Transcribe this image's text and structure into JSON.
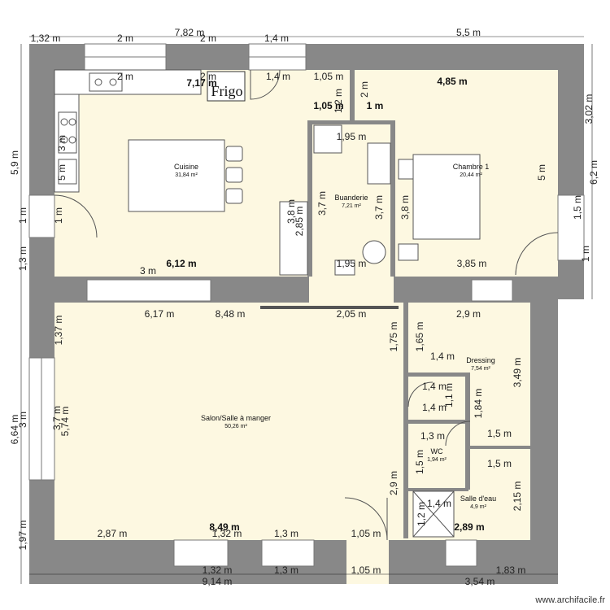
{
  "rooms": {
    "cuisine": {
      "name": "Cuisine",
      "area": "31,84 m²"
    },
    "chambre": {
      "name": "Chambre 1",
      "area": "20,44 m²"
    },
    "buanderie": {
      "name": "Buanderie",
      "area": "7,21 m²"
    },
    "salon": {
      "name": "Salon/Salle à manger",
      "area": "50,26 m²"
    },
    "dressing": {
      "name": "Dressing",
      "area": "7,54 m²"
    },
    "wc": {
      "name": "WC",
      "area": "1,94 m²"
    },
    "sdeau": {
      "name": "Salle d'eau",
      "area": "4,9 m²"
    }
  },
  "fixtures": {
    "frigo": "Frigo"
  },
  "dims": {
    "top_overall": "7,82 m",
    "top_right": "5,5 m",
    "top_a": "1,32 m",
    "top_b": "2 m",
    "top_c": "2 m",
    "top_d": "1,4 m",
    "in_a": "2 m",
    "in_total": "7,17 m",
    "in_b": "1,4 m",
    "in_c": "1,05 m",
    "in_d": "4,85 m",
    "left_top": "5,9 m",
    "left_1": "1 m",
    "left_2": "1 m",
    "left_3": "1,3 m",
    "right_top": "3,02 m",
    "right_total": "6,2 m",
    "right_1": "1,5 m",
    "right_2": "1 m",
    "chambre_h": "5 m",
    "cuisine_w": "6,12 m",
    "cuisine_3": "3 m",
    "chambre_w": "3,85 m",
    "buand_top": "1,05 m",
    "buand_1m": "1 m",
    "buand_2m": "2 m",
    "buand_12": "1,2 m",
    "buand_195a": "1,95 m",
    "buand_195b": "1,95 m",
    "buand_37a": "3,7 m",
    "buand_37b": "3,7 m",
    "buand_38a": "3,8 m",
    "buand_38b": "3,8 m",
    "buand_285": "2,85 m",
    "cook_a": "3 m",
    "cook_b": "5 m",
    "salon_617": "6,17 m",
    "salon_848": "8,48 m",
    "salon_205": "2,05 m",
    "dress_29": "2,9 m",
    "dress_175": "1,75 m",
    "dress_165": "1,65 m",
    "dress_14a": "1,4 m",
    "dress_14b": "1,4 m",
    "dress_14c": "1,4 m",
    "dress_11": "1,1 m",
    "dress_349": "3,49 m",
    "dress_184": "1,84 m",
    "dress_15a": "1,5 m",
    "dress_15b": "1,5 m",
    "wc_13": "1,3 m",
    "wc_15": "1,5 m",
    "salon_29": "2,9 m",
    "sde_14": "1,4 m",
    "sde_12": "1,2 m",
    "sde_289": "2,89 m",
    "sde_215": "2,15 m",
    "left_137": "1,37 m",
    "left_664": "6,64 m",
    "left_3m": "3 m",
    "left_37": "3,7 m",
    "left_574": "5,74 m",
    "left_197": "1,97 m",
    "bot_287": "2,87 m",
    "bot_849": "8,49 m",
    "bot_132a": "1,32 m",
    "bot_13a": "1,3 m",
    "bot_105a": "1,05 m",
    "bot_132b": "1,32 m",
    "bot_13b": "1,3 m",
    "bot_105b": "1,05 m",
    "bot_914": "9,14 m",
    "bot_354": "3,54 m",
    "bot_183": "1,83 m"
  },
  "watermark": "www.archifacile.fr",
  "colors": {
    "wall": "#888888",
    "floor": "#fdf8e1",
    "line": "#333333"
  }
}
